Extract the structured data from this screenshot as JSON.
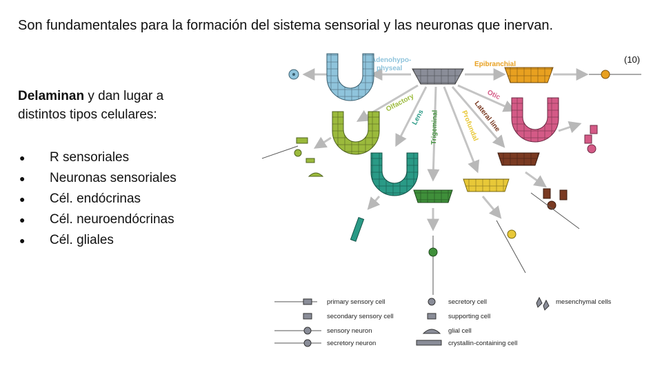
{
  "title": "Son fundamentales para la formación del sistema sensorial y las neuronas que inervan.",
  "reference": "(10)",
  "lead_bold": "Delaminan",
  "lead_rest_1": " y dan lugar a",
  "lead_rest_2": "distintos tipos celulares:",
  "bullets": [
    "R sensoriales",
    "Neuronas sensoriales",
    "Cél. endócrinas",
    "Cél. neuroendócrinas",
    "Cél. gliales"
  ],
  "diagram": {
    "placodes": {
      "adenohypophyseal_1": "Adenohypo-",
      "adenohypophyseal_2": "physeal",
      "epibranchial": "Epibranchial",
      "olfactory": "Olfactory",
      "otic": "Otic",
      "lens": "Lens",
      "trigeminal": "Trigeminal",
      "profundal": "Profundal",
      "lateral_line": "Lateral line"
    },
    "colors": {
      "adeno": "#8fc4dc",
      "epi": "#e8a020",
      "olf": "#9bba3c",
      "otic": "#d45a86",
      "lens": "#2a9a86",
      "trig": "#3f8f3a",
      "prof": "#e8c838",
      "lat": "#7a3a22",
      "pre": "#8a8d98"
    },
    "legend": [
      "primary sensory cell",
      "secondary sensory cell",
      "sensory neuron",
      "secretory neuron",
      "secretory cell",
      "supporting cell",
      "glial cell",
      "crystallin-containing cell",
      "mesenchymal cells"
    ]
  }
}
